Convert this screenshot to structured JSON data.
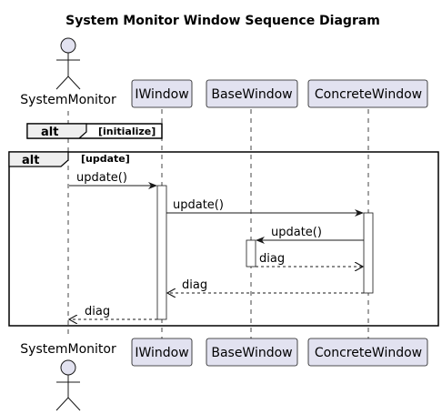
{
  "title": "System Monitor Window Sequence Diagram",
  "participants": [
    {
      "id": "sm",
      "label": "SystemMonitor",
      "kind": "actor"
    },
    {
      "id": "iw",
      "label": "IWindow",
      "kind": "participant"
    },
    {
      "id": "bw",
      "label": "BaseWindow",
      "kind": "participant"
    },
    {
      "id": "cw",
      "label": "ConcreteWindow",
      "kind": "participant"
    }
  ],
  "fragments": [
    {
      "operator": "alt",
      "guard": "[initialize]"
    },
    {
      "operator": "alt",
      "guard": "[update]"
    }
  ],
  "messages": [
    {
      "from": "sm",
      "to": "iw",
      "label": "update()",
      "style": "sync"
    },
    {
      "from": "iw",
      "to": "cw",
      "label": "update()",
      "style": "sync"
    },
    {
      "from": "cw",
      "to": "bw",
      "label": "update()",
      "style": "sync"
    },
    {
      "from": "bw",
      "to": "cw",
      "label": "diag",
      "style": "return"
    },
    {
      "from": "cw",
      "to": "iw",
      "label": "diag",
      "style": "return"
    },
    {
      "from": "iw",
      "to": "sm",
      "label": "diag",
      "style": "return"
    }
  ],
  "colors": {
    "participant_fill": "#e2e2f0",
    "participant_stroke": "#181818",
    "lifeline": "#181818",
    "frame_tab_fill": "#eeeeee",
    "activation_fill": "#ffffff"
  }
}
